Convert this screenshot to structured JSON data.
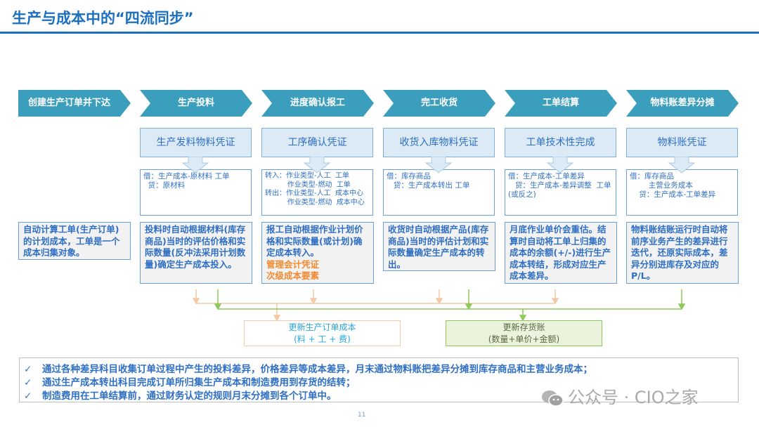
{
  "title": "生产与成本中的“四流同步”",
  "colors": {
    "accent": "#1a6fbf",
    "chevron": "#3b9ebd",
    "voucher_fill": "#dbeaf4",
    "text_blue": "#2f6fc4",
    "orange_line": "#f6c9a6",
    "green_line": "#8cc95a",
    "highlight_orange": "#f28a30"
  },
  "steps": [
    {
      "label": "创建生产订单并下达"
    },
    {
      "label": "生产投料"
    },
    {
      "label": "进度确认报工"
    },
    {
      "label": "完工收货"
    },
    {
      "label": "工单结算"
    },
    {
      "label": "物料账差异分摊"
    }
  ],
  "vouchers": [
    {
      "title": "生产发料物料凭证",
      "entries": "借：生产成本-原材料 工单\n  贷：原材料"
    },
    {
      "title": "工序确认凭证",
      "entries": "转入：作业类型-人工  工单\n          作业类型-燃动  工单\n转出：作业类型-人工  成本中心\n          作业类型-燃动  成本中心"
    },
    {
      "title": "收货入库物料凭证",
      "entries": "借：库存商品\n   贷：生产成本转出 工单"
    },
    {
      "title": "工单技术性完成",
      "entries": "借：生产成本-工单差异\n   贷：生产成本-差异调整  工单\n(或反之)"
    },
    {
      "title": "物料账凭证",
      "entries": "借：库存商品\n        主营业务成本\n    贷：生产成本-工单差异"
    }
  ],
  "descriptions": [
    {
      "text": "自动计算工单(生产订单)的计划成本，工单是一个成本归集对象。"
    },
    {
      "text": "投料时自动根据材料(库存商品)当时的评估价格和实际数量(反冲法采用计划数量)确定生产成本投入。"
    },
    {
      "text": "报工自动根据作业计划价格和实际数量(或计划)确定成本转入。",
      "extra1": "管理会计凭证",
      "extra2": "次级成本要素"
    },
    {
      "text": "收货时自动根据产品(库存商品)当时的评估计划和实际数量确定生产成本的转出。"
    },
    {
      "text": "月底作业单价会重估。结算时自动将工单上归集的成本的余额(+/-)进行生产成本转结，形成对应生产成本差异。"
    },
    {
      "text": "物料账结账运行时自动将前序业务产生的差异进行迭代，还原实际成本，差异分别进库存及对应的P/L。"
    }
  ],
  "updates": [
    {
      "line1": "更新生产订单成本",
      "line2": "(料 + 工 + 费)"
    },
    {
      "line1": "更新存货账",
      "line2": "(数量+单价+金额)"
    }
  ],
  "notes": [
    {
      "check": "✓",
      "text": "通过各种差异科目收集订单过程中产生的投料差异，价格差异等成本差异，月末通过物料账把差异分摊到库存商品和主营业务成本；"
    },
    {
      "check": "✓",
      "text": "通过生产成本转出科目完成订单所归集生产成本和制造费用到存货的结转；"
    },
    {
      "check": "✓",
      "text": "制造费用在工单结算前，通过财务认定的规则月末分摊到各个订单中。"
    }
  ],
  "watermark": "公众号 · CIO之家",
  "page_number": "11"
}
